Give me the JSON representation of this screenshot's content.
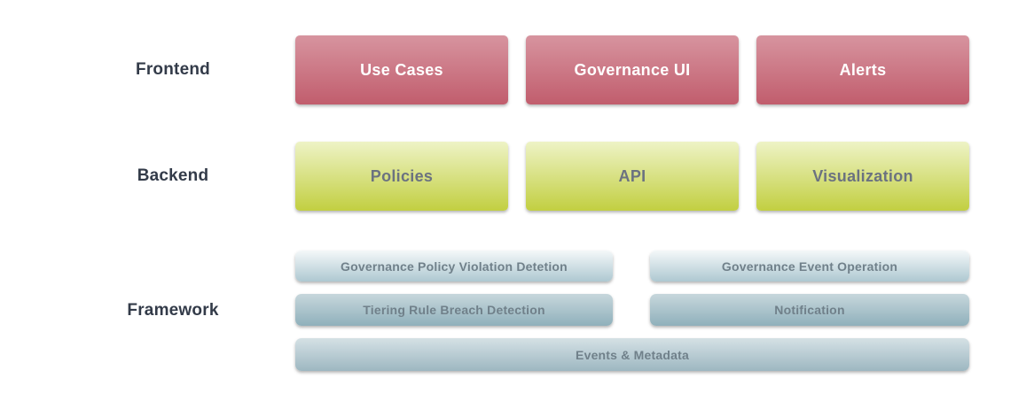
{
  "labels": {
    "frontend": "Frontend",
    "backend": "Backend",
    "framework": "Framework"
  },
  "frontend_boxes": {
    "use_cases": "Use Cases",
    "governance_ui": "Governance UI",
    "alerts": "Alerts"
  },
  "backend_boxes": {
    "policies": "Policies",
    "api": "API",
    "visualization": "Visualization"
  },
  "framework_boxes": {
    "governance_policy_violation": "Governance Policy Violation Detetion",
    "governance_event_operation": "Governance Event Operation",
    "tiering_rule_breach": "Tiering Rule Breach Detection",
    "notification": "Notification",
    "events_metadata": "Events & Metadata"
  },
  "colors": {
    "label_text": "#333b49",
    "frontend_top": "#d7949f",
    "frontend_bottom": "#c15d6d",
    "frontend_text": "#ffffff",
    "backend_top": "#eef3c6",
    "backend_bottom": "#c2cf41",
    "backend_text": "#6b7280",
    "framework_light_top": "#f4f8f9",
    "framework_light_bottom": "#aec8d1",
    "framework_medium_top": "#c7d7dc",
    "framework_medium_bottom": "#8fb0bb",
    "events_top": "#d5e1e5",
    "events_bottom": "#9db7c1",
    "framework_text": "#70808a"
  }
}
